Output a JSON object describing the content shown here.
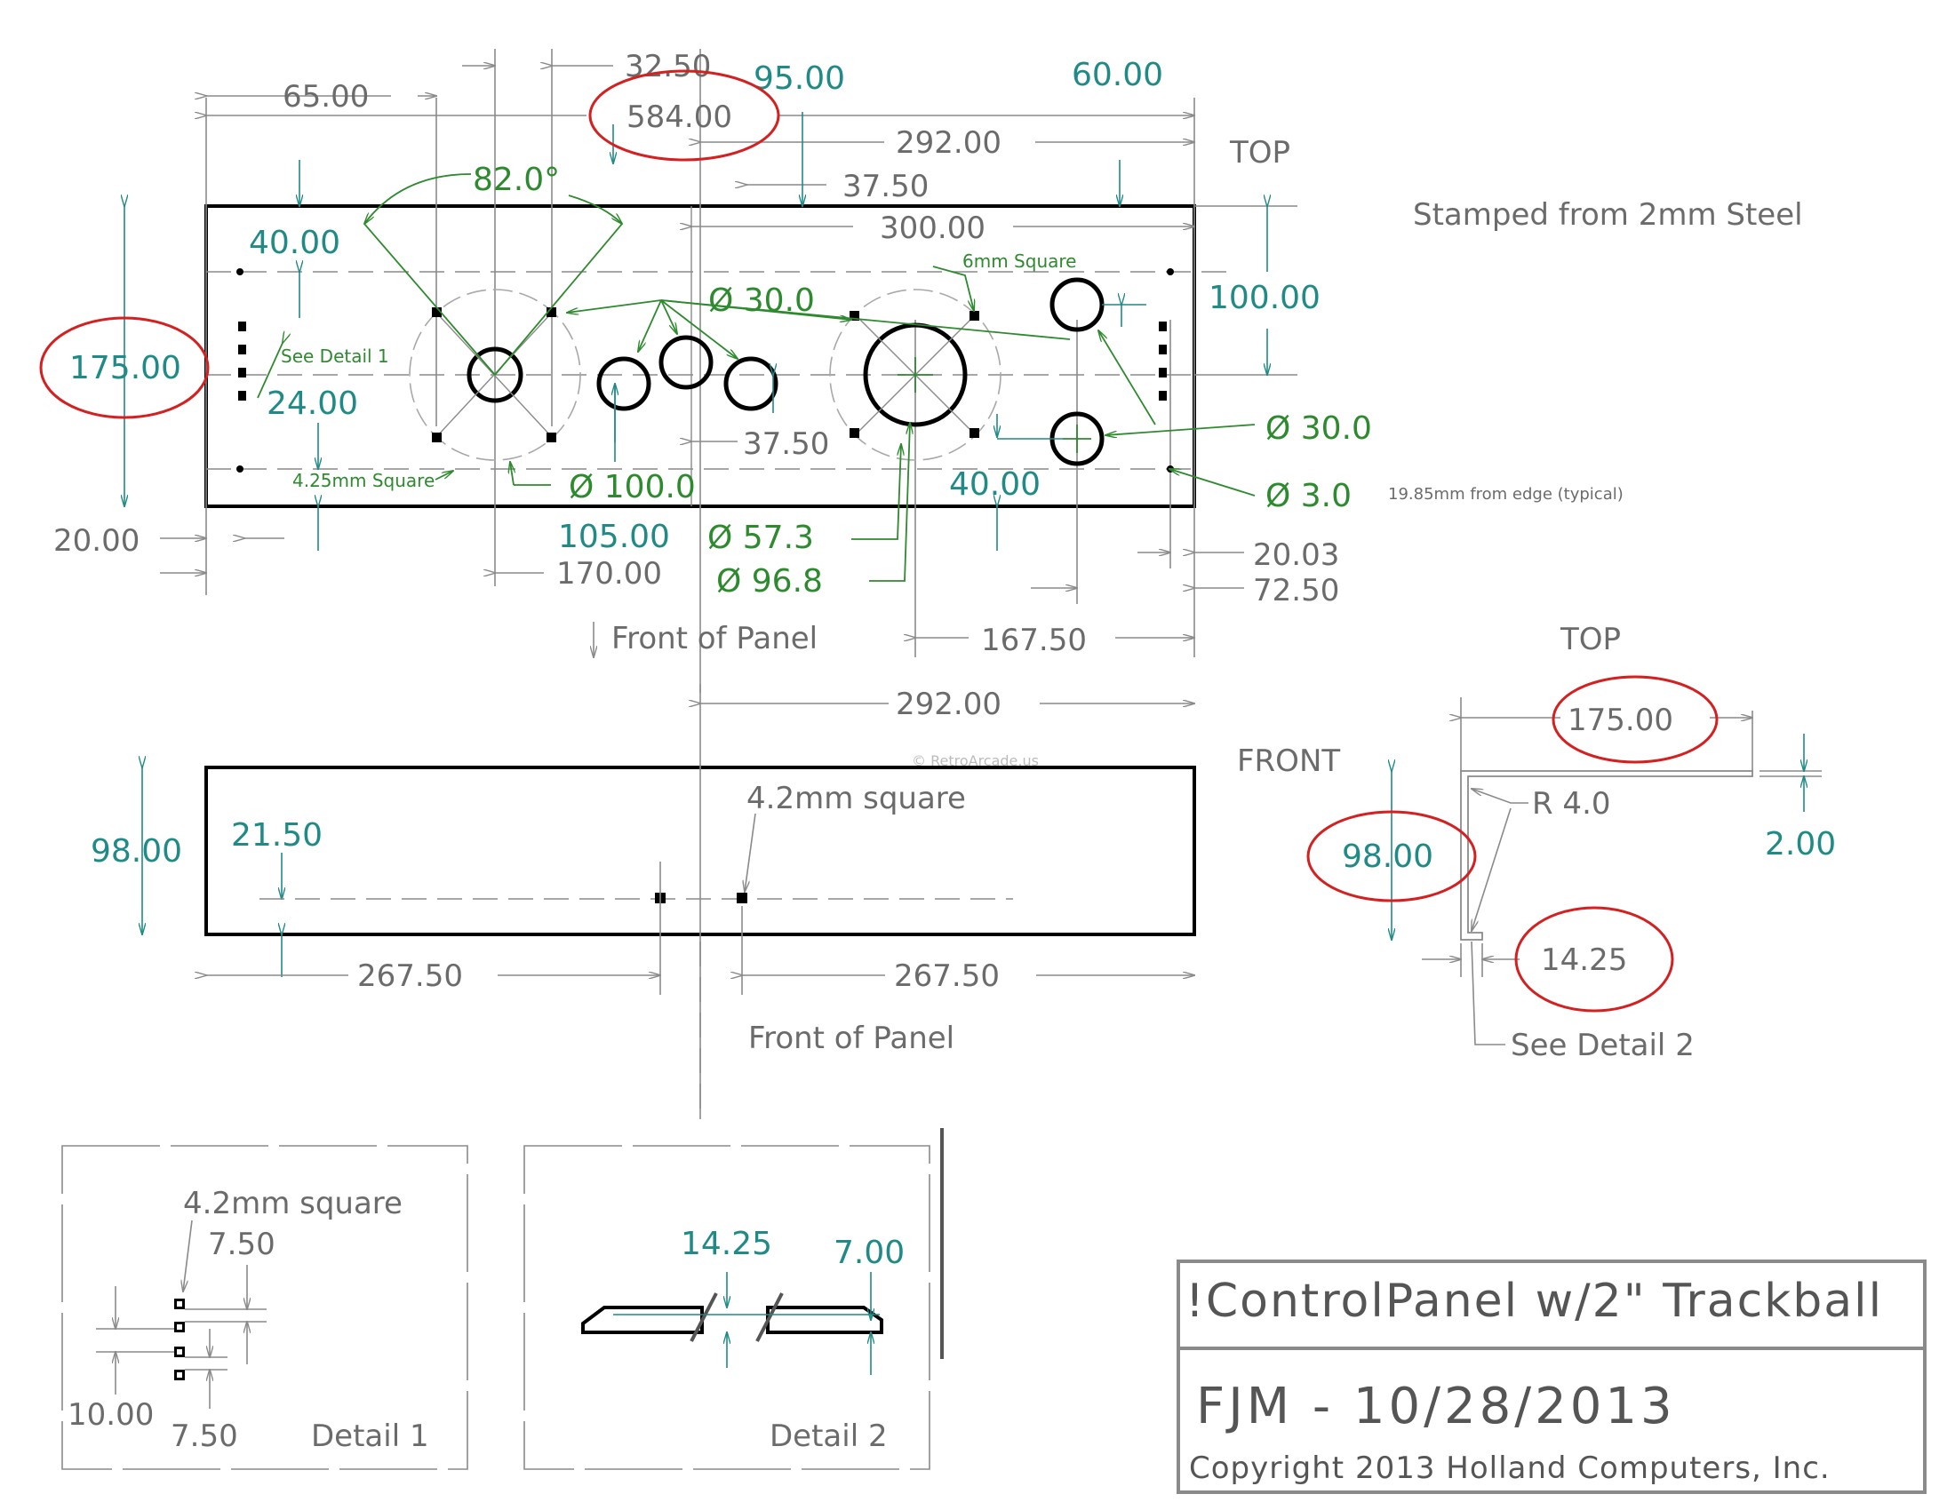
{
  "top_view": {
    "label": "TOP",
    "note": "Stamped from 2mm Steel",
    "dims": {
      "d_32_50": "32.50",
      "d_65_00": "65.00",
      "d_584_00": "584.00",
      "d_95_00": "95.00",
      "d_60_00": "60.00",
      "d_292_00": "292.00",
      "d_37_50_top": "37.50",
      "d_300_00": "300.00",
      "d_82_0": "82.0°",
      "d_40_00_left": "40.00",
      "d_6mm_square": "6mm Square",
      "d_dia30_top": "Ø 30.0",
      "d_100_00_right": "100.00",
      "d_see_detail_1": "See Detail 1",
      "d_175_00": "175.00",
      "d_24_00": "24.00",
      "d_37_50_mid": "37.50",
      "d_dia30_right": "Ø 30.0",
      "d_4_25_square": "4.25mm Square",
      "d_dia100": "Ø 100.0",
      "d_40_00_right": "40.00",
      "d_dia3": "Ø 3.0",
      "d_19_85_note": "19.85mm from edge (typical)",
      "d_20_00": "20.00",
      "d_105_00": "105.00",
      "d_dia57": "Ø 57.3",
      "d_20_03": "20.03",
      "d_170_00": "170.00",
      "d_dia96": "Ø 96.8",
      "d_72_50": "72.50",
      "d_front_of_panel": "Front of Panel",
      "d_167_50": "167.50"
    }
  },
  "front_view": {
    "dims": {
      "d_292_00": "292.00",
      "d_4_2_square": "4.2mm square",
      "d_98_00": "98.00",
      "d_21_50": "21.50",
      "d_267_50_left": "267.50",
      "d_267_50_right": "267.50",
      "d_front_of_panel": "Front of Panel"
    }
  },
  "section_view": {
    "top_label": "TOP",
    "front_label": "FRONT",
    "dims": {
      "d_175_00": "175.00",
      "d_r4": "R 4.0",
      "d_2_00": "2.00",
      "d_98_00": "98.00",
      "d_14_25": "14.25",
      "d_see_detail_2": "See Detail 2"
    }
  },
  "detail_1": {
    "label": "Detail 1",
    "dims": {
      "d_4_2_square": "4.2mm square",
      "d_7_50_top": "7.50",
      "d_10_00": "10.00",
      "d_7_50_bottom": "7.50"
    }
  },
  "detail_2": {
    "label": "Detail 2",
    "dims": {
      "d_14_25": "14.25",
      "d_7_00": "7.00"
    }
  },
  "watermark": "© RetroArcade.us",
  "title_block": {
    "title": "!ControlPanel w/2\" Trackball",
    "author_date": "FJM - 10/28/2013",
    "copyright": "Copyright 2013 Holland Computers, Inc."
  },
  "colors": {
    "dimension_gray": "#6b6b6b",
    "dimension_teal": "#1f8a86",
    "leader_green": "#2e8a2e",
    "highlight_red": "#d42020"
  }
}
